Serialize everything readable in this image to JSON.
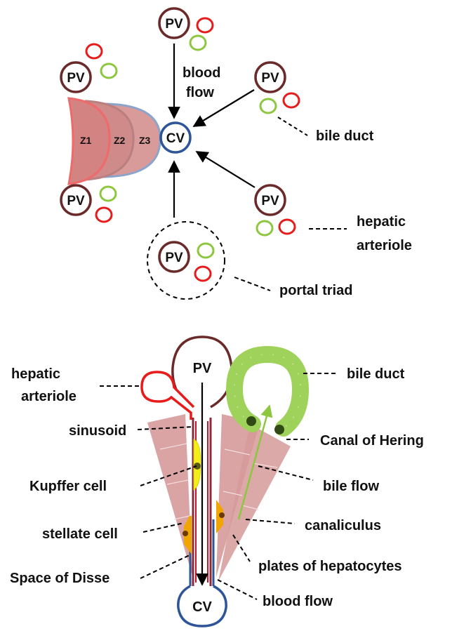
{
  "top": {
    "portal_vein": "PV",
    "central_vein": "CV",
    "zones": [
      "Z1",
      "Z2",
      "Z3"
    ],
    "blood_flow_line1": "blood",
    "blood_flow_line2": "flow",
    "bile_duct": "bile duct",
    "hepatic_arteriole_line1": "hepatic",
    "hepatic_arteriole_line2": "arteriole",
    "portal_triad": "portal triad"
  },
  "bottom": {
    "portal_vein": "PV",
    "central_vein": "CV",
    "hepatic_arteriole_line1": "hepatic",
    "hepatic_arteriole_line2": "arteriole",
    "sinusoid": "sinusoid",
    "kupffer_cell": "Kupffer cell",
    "stellate_cell": "stellate cell",
    "space_of_disse": "Space of Disse",
    "bile_duct": "bile duct",
    "canal_of_hering": "Canal of Hering",
    "bile_flow": "bile flow",
    "canaliculus": "canaliculus",
    "plates_of_hepatocytes": "plates of hepatocytes",
    "blood_flow": "blood flow"
  },
  "colors": {
    "portal_vein": "#6b2a2a",
    "central_vein": "#2e5597",
    "arteriole": "#e81b1b",
    "bile_duct": "#8dc63f",
    "bile_duct_fill": "#9fd25a",
    "hepatocyte_plate": "#d69a9a",
    "kupffer_cell": "#f2ee1c",
    "stellate_cell": "#f0a500"
  }
}
